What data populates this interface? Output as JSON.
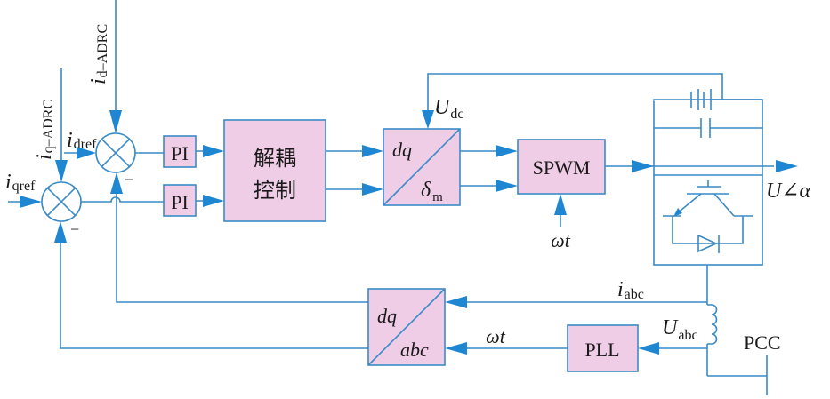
{
  "diagram": {
    "title": "ADRC-based grid converter control block diagram",
    "blocks": {
      "pi_d": "PI",
      "pi_q": "PI",
      "decoupling_line1": "解耦",
      "decoupling_line2": "控制",
      "dq_to_delta_top": "dq",
      "dq_to_delta_bottom": "δ",
      "dq_to_delta_bottom_sub": "m",
      "spwm": "SPWM",
      "abc_to_dq_top": "dq",
      "abc_to_dq_bottom": "abc",
      "pll": "PLL"
    },
    "signals": {
      "i_dref": "i",
      "i_dref_sub": "dref",
      "i_qref": "i",
      "i_qref_sub": "qref",
      "i_d_adrc": "i",
      "i_d_adrc_sub": "d–ADRC",
      "i_q_adrc": "i",
      "i_q_adrc_sub": "q–ADRC",
      "u_dc": "U",
      "u_dc_sub": "dc",
      "omega_t_spwm": "ωt",
      "omega_t_pll": "ωt",
      "output": "U∠α",
      "i_abc": "i",
      "i_abc_sub": "abc",
      "u_abc": "U",
      "u_abc_sub": "abc",
      "pcc": "PCC",
      "minus": "−"
    },
    "colors": {
      "wire": "#3a8ac6",
      "arrow": "#1f86d2",
      "block_fill": "#f0cde6"
    }
  }
}
